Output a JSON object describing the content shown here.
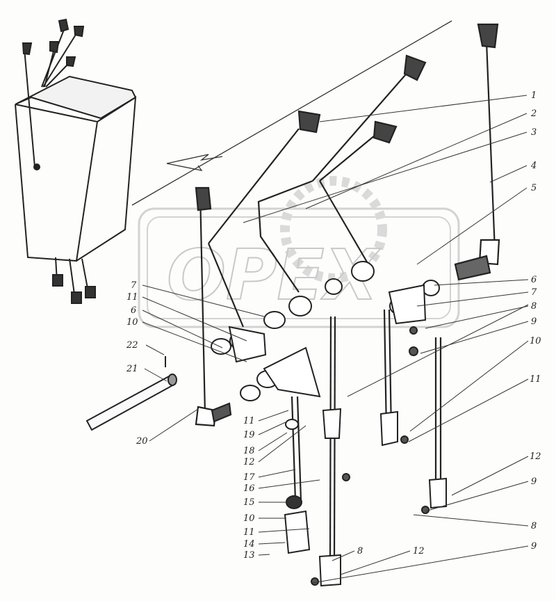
{
  "watermark": {
    "text": "OPEX"
  },
  "callouts": [
    {
      "id": "c1",
      "text": "1"
    },
    {
      "id": "c2",
      "text": "2"
    },
    {
      "id": "c3",
      "text": "3"
    },
    {
      "id": "c4",
      "text": "4"
    },
    {
      "id": "c5",
      "text": "5"
    },
    {
      "id": "c6r",
      "text": "6"
    },
    {
      "id": "c7r",
      "text": "7"
    },
    {
      "id": "c8r",
      "text": "8"
    },
    {
      "id": "c9r",
      "text": "9"
    },
    {
      "id": "c10r",
      "text": "10"
    },
    {
      "id": "c11r",
      "text": "11"
    },
    {
      "id": "c12r",
      "text": "12"
    },
    {
      "id": "c9r2",
      "text": "9"
    },
    {
      "id": "c8b",
      "text": "8"
    },
    {
      "id": "c9b",
      "text": "9"
    },
    {
      "id": "c12b",
      "text": "12"
    },
    {
      "id": "c8m",
      "text": "8"
    },
    {
      "id": "c7l",
      "text": "7"
    },
    {
      "id": "c11l",
      "text": "11"
    },
    {
      "id": "c6l",
      "text": "6"
    },
    {
      "id": "c10l",
      "text": "10"
    },
    {
      "id": "c22",
      "text": "22"
    },
    {
      "id": "c21",
      "text": "21"
    },
    {
      "id": "c20",
      "text": "20"
    },
    {
      "id": "c11m",
      "text": "11"
    },
    {
      "id": "c19",
      "text": "19"
    },
    {
      "id": "c18",
      "text": "18"
    },
    {
      "id": "c12m",
      "text": "12"
    },
    {
      "id": "c17",
      "text": "17"
    },
    {
      "id": "c16",
      "text": "16"
    },
    {
      "id": "c15",
      "text": "15"
    },
    {
      "id": "c10m",
      "text": "10"
    },
    {
      "id": "c11m2",
      "text": "11"
    },
    {
      "id": "c14",
      "text": "14"
    },
    {
      "id": "c13",
      "text": "13"
    }
  ]
}
